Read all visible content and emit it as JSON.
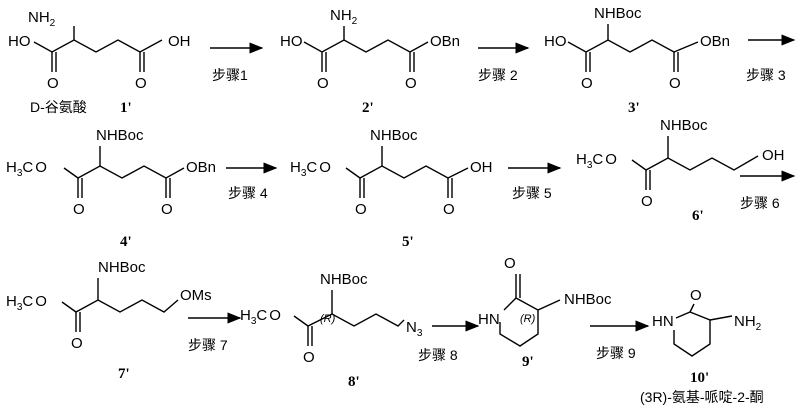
{
  "scheme": {
    "compound_numbers": [
      "1'",
      "2'",
      "3'",
      "4'",
      "5'",
      "6'",
      "7'",
      "8'",
      "9'",
      "10'"
    ],
    "step_labels": [
      "步骤1",
      "步骤 2",
      "步骤 3",
      "步骤 4",
      "步骤 5",
      "步骤 6",
      "步骤 7",
      "步骤 8",
      "步骤 9"
    ],
    "start_name": "D-谷氨酸",
    "product_name": "(3R)-氨基-哌啶-2-酮",
    "groups": {
      "nh2": "NH",
      "nh2_sub": "2",
      "nhboc": "NHBoc",
      "ho": "HO",
      "oh": "OH",
      "obn": "OBn",
      "h3c": "H",
      "h3c_sub": "3",
      "h3c_rest": "C",
      "o": "O",
      "oms": "OMs",
      "n3": "N",
      "n3_sub": "3",
      "hn": "HN",
      "stereo_r": "(R)"
    }
  }
}
